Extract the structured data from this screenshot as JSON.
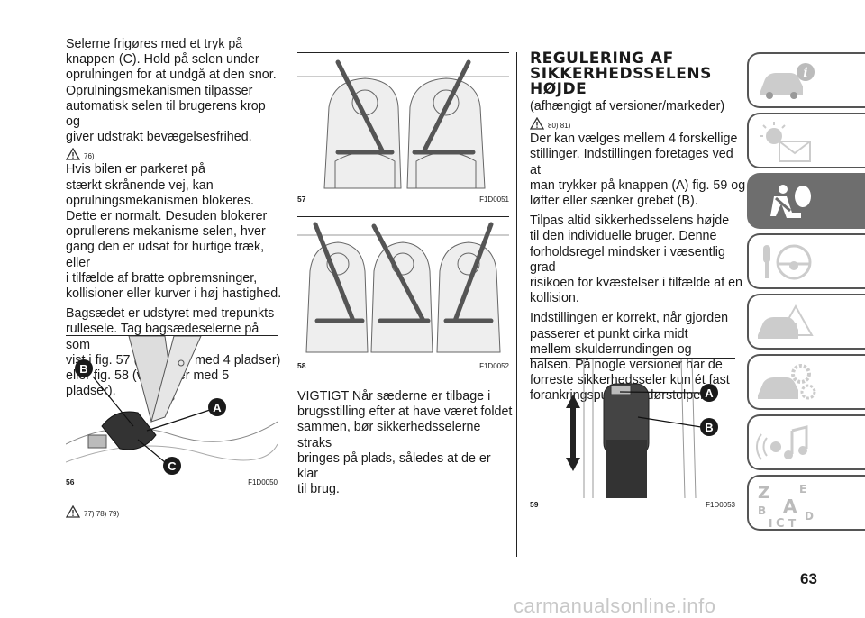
{
  "col1": {
    "para1": [
      "Selerne frigøres med et tryk på",
      "knappen (C). Hold på selen under",
      "oprulningen for at undgå at den snor.",
      "Oprulningsmekanismen tilpasser",
      "automatisk selen til brugerens krop og",
      "giver udstrakt bevægelsesfrihed."
    ],
    "warn1": "76)",
    "para2": [
      "Hvis bilen er parkeret på",
      "stærkt skrånende vej, kan",
      "oprulningsmekanismen blokeres.",
      "Dette er normalt. Desuden blokerer",
      "oprullerens mekanisme selen, hver",
      "gang den er udsat for hurtige træk, eller",
      "i tilfælde af bratte opbremsninger,",
      "kollisioner eller kurver i høj hastighed."
    ],
    "para3": [
      "Bagsædet er udstyret med trepunkts",
      "rullesele. Tag bagsædeselerne på som",
      "vist i fig. 57 (versioner med 4 pladser)",
      "eller fig. 58 (versioner med 5 pladser)."
    ],
    "fig": {
      "number": "56",
      "code": "F1D0050",
      "labels": [
        "B",
        "A",
        "C"
      ]
    },
    "warn2": "77)  78)  79)"
  },
  "col2": {
    "fig57": {
      "number": "57",
      "code": "F1D0051"
    },
    "fig58": {
      "number": "58",
      "code": "F1D0052"
    },
    "para": [
      "VIGTIGT Når sæderne er tilbage i",
      "brugsstilling efter at have været foldet",
      "sammen, bør sikkerhedsselerne straks",
      "bringes på plads, således at de er klar",
      "til brug."
    ]
  },
  "col3": {
    "heading": [
      "REGULERING AF",
      "SIKKERHEDSSELENS",
      "HØJDE"
    ],
    "subtitle": "(afhængigt af versioner/markeder)",
    "warn": "80)  81)",
    "para1": [
      "Der kan vælges mellem 4 forskellige",
      "stillinger. Indstillingen foretages ved at",
      "man trykker på knappen (A) fig. 59 og",
      "løfter eller sænker grebet (B)."
    ],
    "para2": [
      "Tilpas altid sikkerhedsselens højde",
      "til den individuelle bruger. Denne",
      "forholdsregel mindsker i væsentlig grad",
      "risikoen for kvæstelser i tilfælde af en",
      "kollision."
    ],
    "para3": [
      "Indstillingen er korrekt, når gjorden",
      "passerer et punkt cirka midt",
      "mellem skulderrundingen og",
      "halsen. På nogle versioner har de",
      "forreste sikkerhedsseler kun ét fast",
      "forankringspunkt på dørstolpen."
    ],
    "fig": {
      "number": "59",
      "code": "F1D0053",
      "labels": [
        "A",
        "B"
      ]
    }
  },
  "tabs": [
    {
      "icon": "car-info-icon",
      "active": false
    },
    {
      "icon": "warning-light-envelope-icon",
      "active": false
    },
    {
      "icon": "seat-airbag-icon",
      "active": true
    },
    {
      "icon": "key-steering-wheel-icon",
      "active": false
    },
    {
      "icon": "car-emergency-icon",
      "active": false
    },
    {
      "icon": "car-service-gears-icon",
      "active": false
    },
    {
      "icon": "multimedia-icon",
      "active": false
    },
    {
      "icon": "index-letters-icon",
      "active": false
    }
  ],
  "index_letters": [
    "Z",
    "E",
    "B",
    "A",
    "I",
    "C",
    "T",
    "D"
  ],
  "page_number": "63",
  "watermark": "carmanualsonline.info",
  "colors": {
    "text": "#1a1a1a",
    "tab_active": "#6e6e6e",
    "tab_border": "#555555",
    "label_circle": "#1a1a1a"
  }
}
